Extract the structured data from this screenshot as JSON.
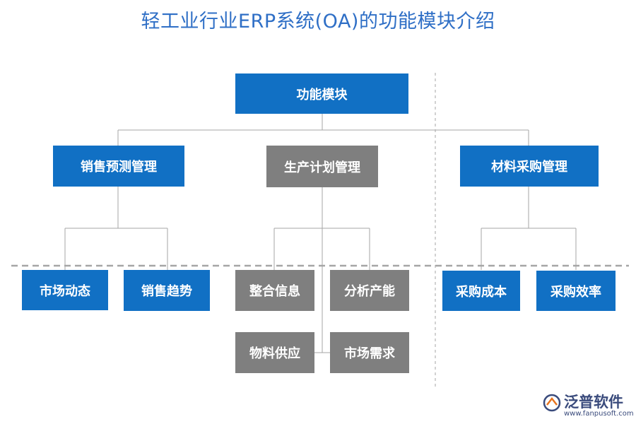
{
  "title": "轻工业行业ERP系统(OA)的功能模块介绍",
  "colors": {
    "blue": "#1170c4",
    "gray": "#7f7f7f",
    "title": "#2f6fc6",
    "line": "#a6a6a6"
  },
  "root": {
    "label": "功能模块"
  },
  "branches": [
    {
      "label": "销售预测管理",
      "children": [
        "市场动态",
        "销售趋势"
      ]
    },
    {
      "label": "生产计划管理",
      "children": [
        "整合信息",
        "分析产能",
        "物料供应",
        "市场需求"
      ]
    },
    {
      "label": "材料采购管理",
      "children": [
        "采购成本",
        "采购效率"
      ]
    }
  ],
  "logo": {
    "name": "泛普软件",
    "url": "www.fanpusoft.com"
  }
}
